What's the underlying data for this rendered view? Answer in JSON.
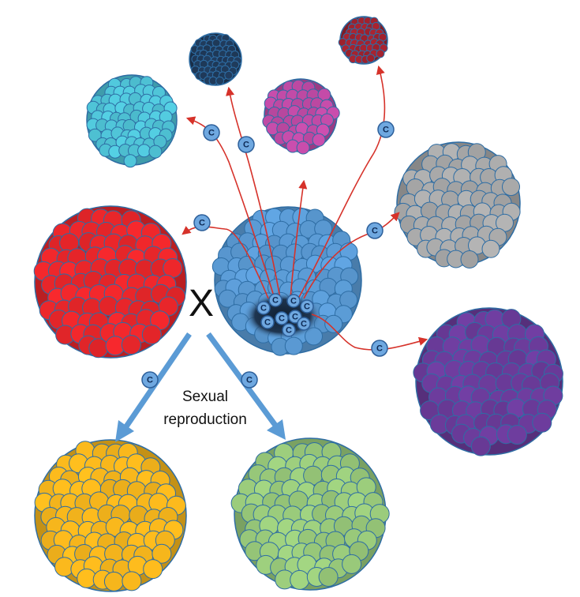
{
  "labels": {
    "cross": "X",
    "sexual_line1": "Sexual",
    "sexual_line2": "reproduction",
    "token": "C"
  },
  "colonies": [
    {
      "name": "colony-central",
      "fill": "#5b9bd5"
    },
    {
      "name": "colony-red",
      "fill": "#e8262a"
    },
    {
      "name": "colony-cyan",
      "fill": "#4fc3d6"
    },
    {
      "name": "colony-navy",
      "fill": "#1f3a5a"
    },
    {
      "name": "colony-magenta",
      "fill": "#c04aa5"
    },
    {
      "name": "colony-darkred",
      "fill": "#a0222e"
    },
    {
      "name": "colony-gray",
      "fill": "#a9a9a9"
    },
    {
      "name": "colony-purple",
      "fill": "#6b3b9a"
    },
    {
      "name": "colony-yellow",
      "fill": "#f5b51c"
    },
    {
      "name": "colony-lightgreen",
      "fill": "#99c97a"
    }
  ],
  "colors": {
    "cell_outline": "#2e6da4",
    "arrow_red": "#d6322a",
    "arrow_blue": "#5b9bd5",
    "token_fill": "#6fa8e0",
    "token_stroke": "#2d5f9a",
    "nucleus_dark": "#1e3550"
  }
}
